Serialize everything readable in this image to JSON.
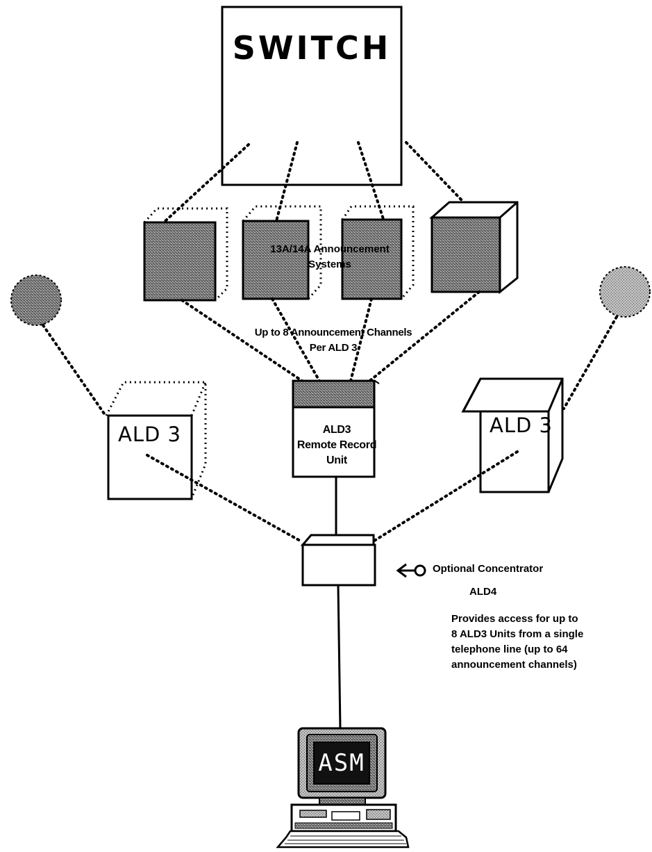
{
  "switch": {
    "label": "SWITCH"
  },
  "announcement_systems": {
    "label_line1": "13A/14A Announcement",
    "label_line2": "Systems"
  },
  "channels_note": {
    "line1": "Up to 8 Announcement Channels",
    "line2": "Per ALD 3"
  },
  "ald_left": {
    "label": "ALD 3"
  },
  "ald_right": {
    "label": "ALD 3"
  },
  "remote_unit": {
    "line1": "ALD3",
    "line2": "Remote Record",
    "line3": "Unit"
  },
  "concentrator": {
    "label": "Optional Concentrator",
    "model": "ALD4"
  },
  "provides_note": {
    "line1": "Provides access for up to",
    "line2": "8 ALD3 Units from a single",
    "line3": "telephone line (up to 64",
    "line4": "announcement channels)"
  },
  "computer": {
    "screen_text": "ASM"
  }
}
